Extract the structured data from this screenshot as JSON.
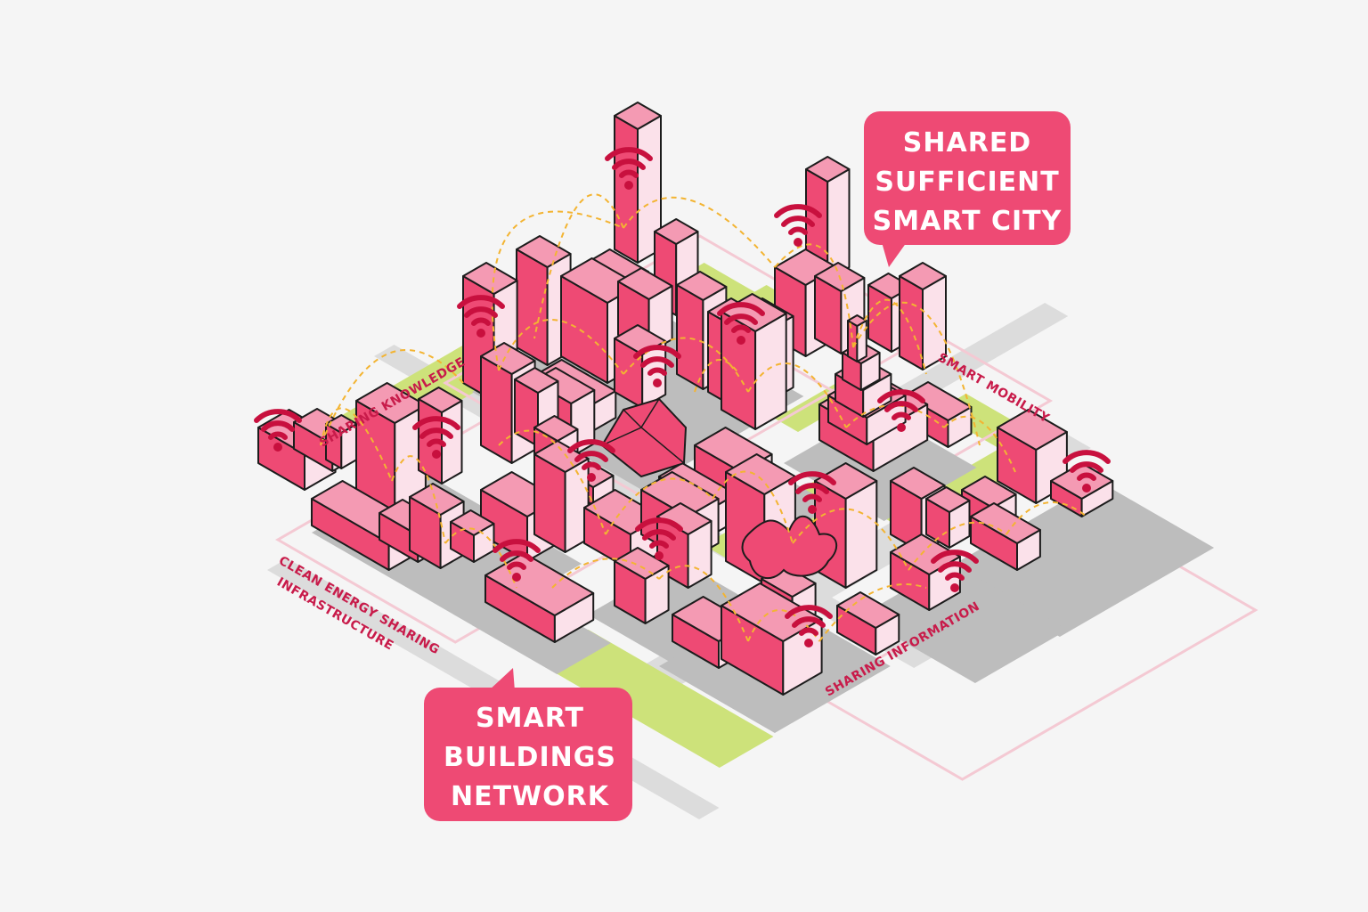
{
  "callouts": {
    "smart_city": {
      "lines": [
        "SHARED",
        "SUFFICIENT",
        "SMART CITY"
      ]
    },
    "smart_buildings": {
      "lines": [
        "SMART",
        "BUILDINGS",
        "NETWORK"
      ]
    }
  },
  "area_labels": {
    "sharing_knowledge": "SHARING KNOWLEDGE",
    "smart_mobility": "SMART MOBILITY",
    "clean_energy_line1": "CLEAN ENERGY SHARING",
    "clean_energy_line2": "INFRASTRUCTURE",
    "sharing_information": "SHARING INFORMATION"
  },
  "icons": {
    "wifi": "wifi-icon"
  },
  "colors": {
    "background": "#f5f5f5",
    "building_front": "#ee4a74",
    "building_side": "#fbe1ea",
    "building_top": "#f49ab3",
    "accent_text": "#c81b4a",
    "wifi": "#c8103e",
    "callout": "#ee4a74",
    "park": "#cde27a",
    "road": "#dcdcdc",
    "shadow": "#bdbdbd",
    "connection": "#f3b432",
    "district_outline": "#f4c9d3"
  }
}
